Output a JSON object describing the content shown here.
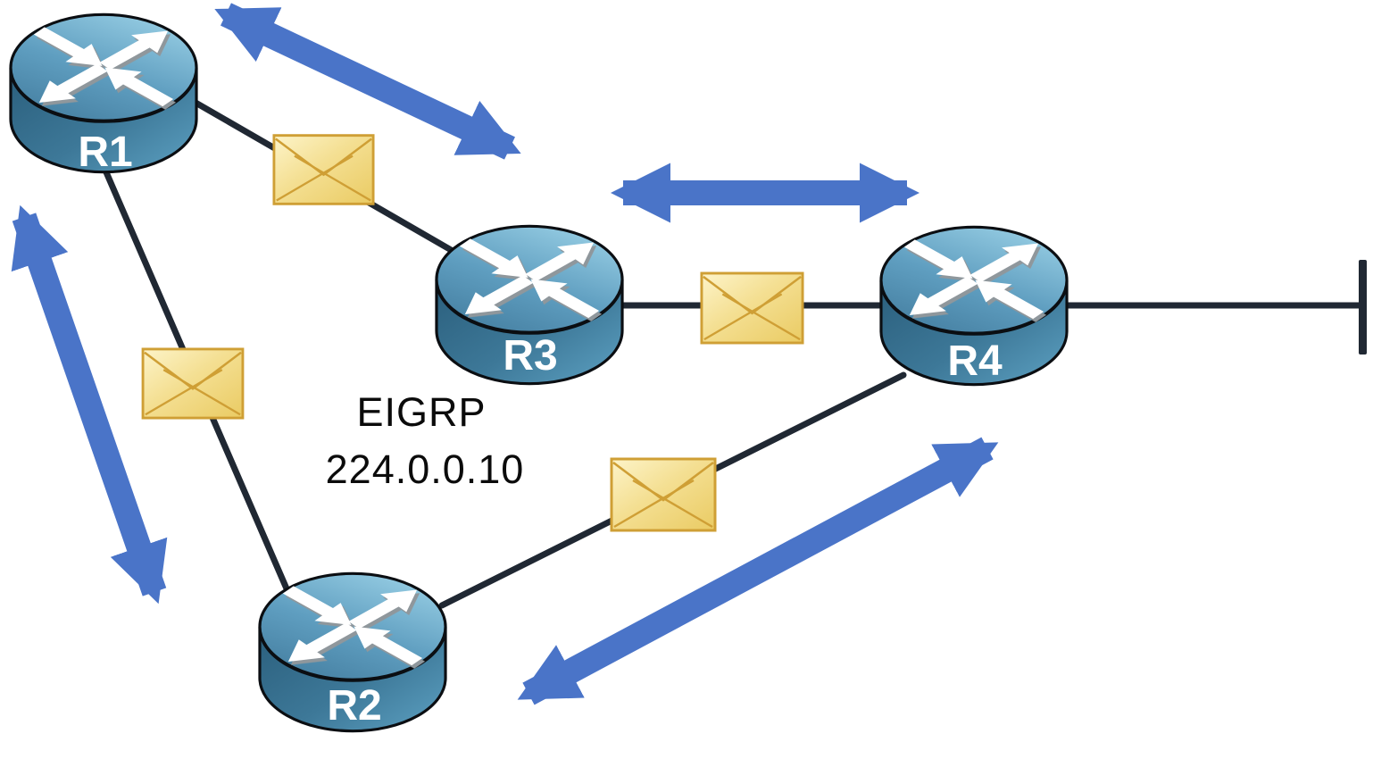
{
  "diagram": {
    "type": "network-topology",
    "protocol_caption": {
      "line1": "EIGRP",
      "line2": "224.0.0.10"
    },
    "routers": [
      {
        "id": "R1",
        "label": "R1"
      },
      {
        "id": "R2",
        "label": "R2"
      },
      {
        "id": "R3",
        "label": "R3"
      },
      {
        "id": "R4",
        "label": "R4"
      }
    ],
    "links": [
      {
        "from": "R1",
        "to": "R3",
        "packet": "hello-envelope"
      },
      {
        "from": "R1",
        "to": "R2",
        "packet": "hello-envelope"
      },
      {
        "from": "R3",
        "to": "R4",
        "packet": "hello-envelope"
      },
      {
        "from": "R2",
        "to": "R4",
        "packet": "hello-envelope"
      },
      {
        "from": "R4",
        "to": "network-segment",
        "packet": "none"
      }
    ],
    "hello_exchanges": [
      {
        "between": [
          "R1",
          "R3"
        ]
      },
      {
        "between": [
          "R1",
          "R2"
        ]
      },
      {
        "between": [
          "R3",
          "R4"
        ]
      },
      {
        "between": [
          "R2",
          "R4"
        ]
      }
    ],
    "icons": {
      "router": "router-icon (blue cylinder with four white crossing arrows)",
      "packet": "envelope-icon (yellow closed envelope)",
      "exchange": "double-headed-arrow-icon (blue)"
    },
    "colors": {
      "exchange_arrow_blue": "#4a74c8",
      "link_line_dark": "#202833",
      "envelope_fill": "#f2dc8c",
      "envelope_stroke": "#cf9f35",
      "router_blue": "#4a86a8",
      "router_label_text": "#ffffff",
      "caption_text": "#0b0b0b",
      "background": "#ffffff"
    }
  }
}
